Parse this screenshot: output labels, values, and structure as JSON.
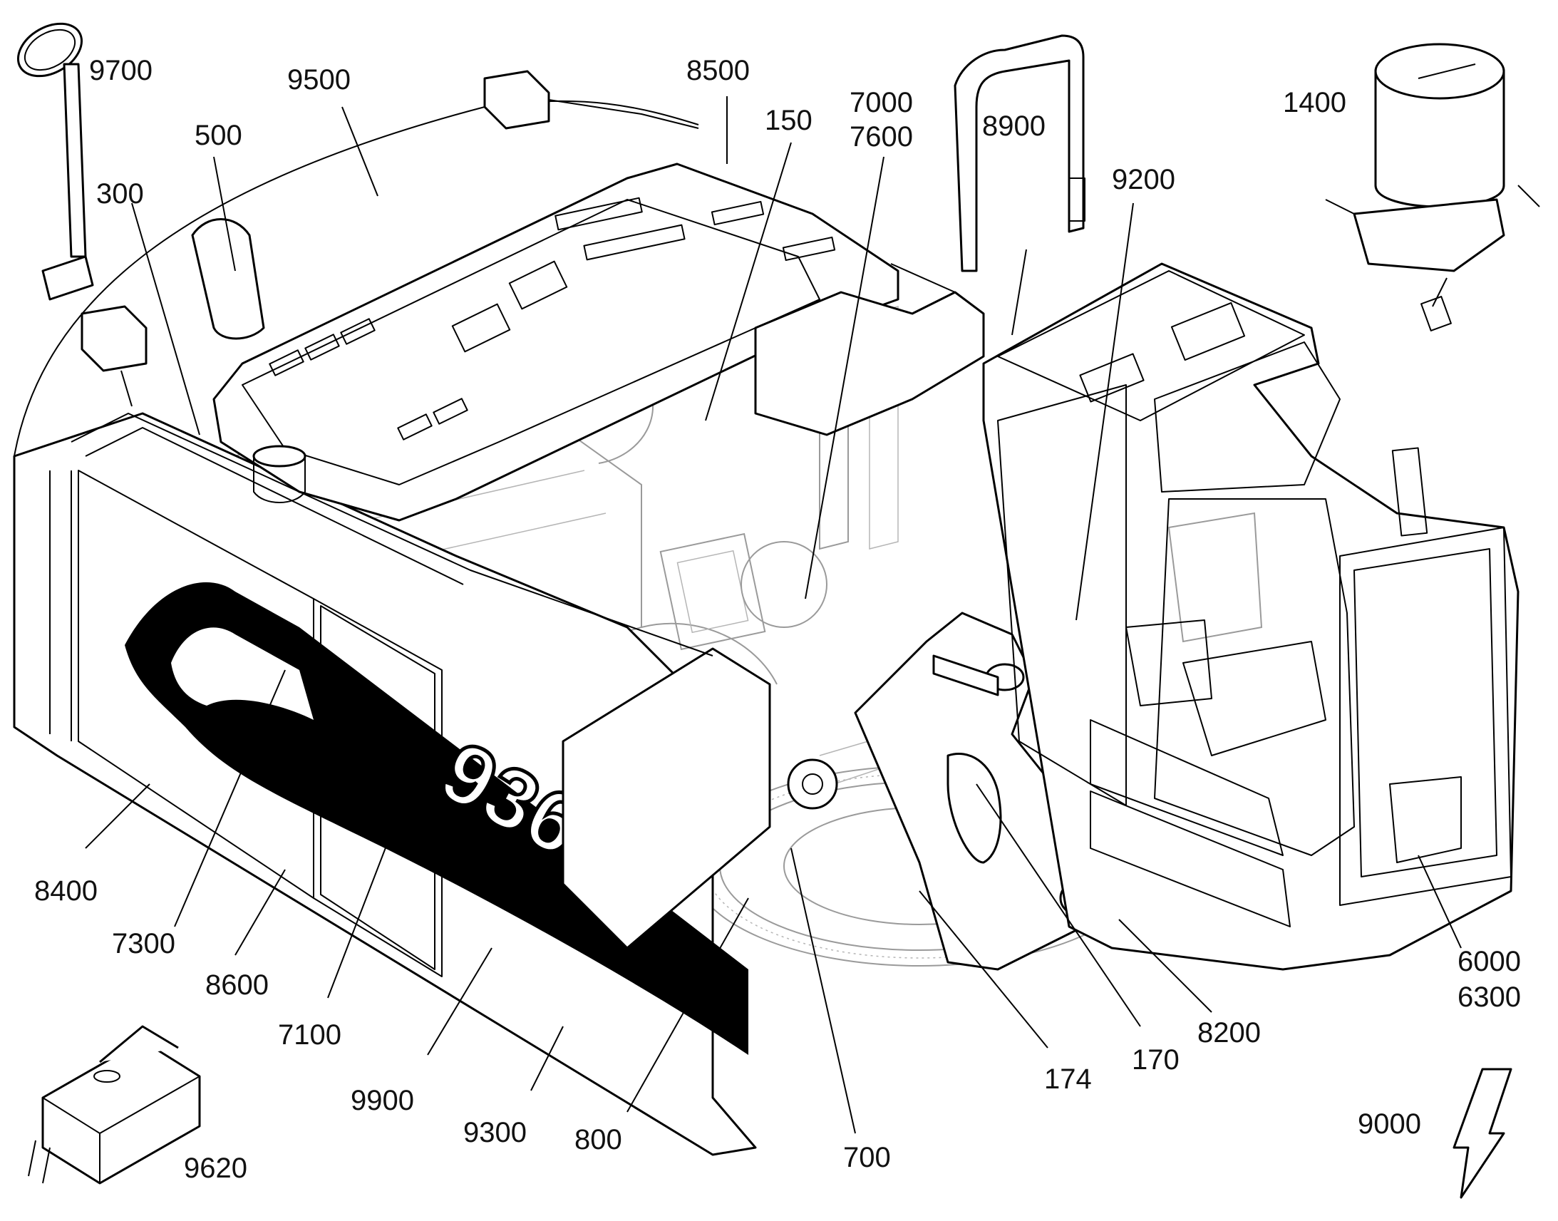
{
  "diagram": {
    "model_badge": "936",
    "callouts": [
      {
        "id": "9700",
        "text": "9700"
      },
      {
        "id": "9500",
        "text": "9500"
      },
      {
        "id": "500",
        "text": "500"
      },
      {
        "id": "300",
        "text": "300"
      },
      {
        "id": "8500",
        "text": "8500"
      },
      {
        "id": "150",
        "text": "150"
      },
      {
        "id": "7000",
        "text": "7000"
      },
      {
        "id": "7600",
        "text": "7600"
      },
      {
        "id": "8900",
        "text": "8900"
      },
      {
        "id": "1400",
        "text": "1400"
      },
      {
        "id": "9200",
        "text": "9200"
      },
      {
        "id": "8400",
        "text": "8400"
      },
      {
        "id": "7300",
        "text": "7300"
      },
      {
        "id": "8600",
        "text": "8600"
      },
      {
        "id": "7100",
        "text": "7100"
      },
      {
        "id": "9900",
        "text": "9900"
      },
      {
        "id": "9300",
        "text": "9300"
      },
      {
        "id": "800",
        "text": "800"
      },
      {
        "id": "700",
        "text": "700"
      },
      {
        "id": "174",
        "text": "174"
      },
      {
        "id": "170",
        "text": "170"
      },
      {
        "id": "8200",
        "text": "8200"
      },
      {
        "id": "6000",
        "text": "6000"
      },
      {
        "id": "6300",
        "text": "6300"
      },
      {
        "id": "9000",
        "text": "9000"
      },
      {
        "id": "9620",
        "text": "9620"
      }
    ]
  }
}
